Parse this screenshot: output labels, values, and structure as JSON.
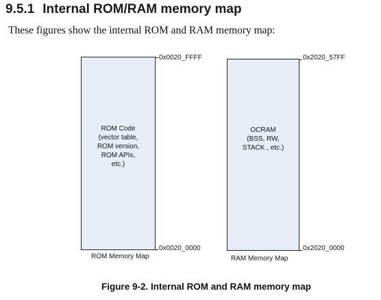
{
  "section": {
    "number": "9.5.1",
    "title": "Internal ROM/RAM memory map"
  },
  "intro": "These figures show the internal ROM and RAM memory map:",
  "rom": {
    "block_text": "ROM Code\n(vector table,\nROM version,\nROM APIs,\netc.)",
    "top_address": "0x0020_FFFF",
    "bottom_address": "0x0020_0000",
    "label": "ROM Memory Map"
  },
  "ram": {
    "block_text": "OCRAM\n(BSS, RW,\nSTACK , etc.)",
    "top_address": "0x2020_57FF",
    "bottom_address": "0x2020_0000",
    "label": "RAM Memory Map"
  },
  "caption": "Figure 9-2. Internal ROM and RAM memory map",
  "colors": {
    "block_fill": "#e6edf7",
    "outline": "#222222"
  }
}
